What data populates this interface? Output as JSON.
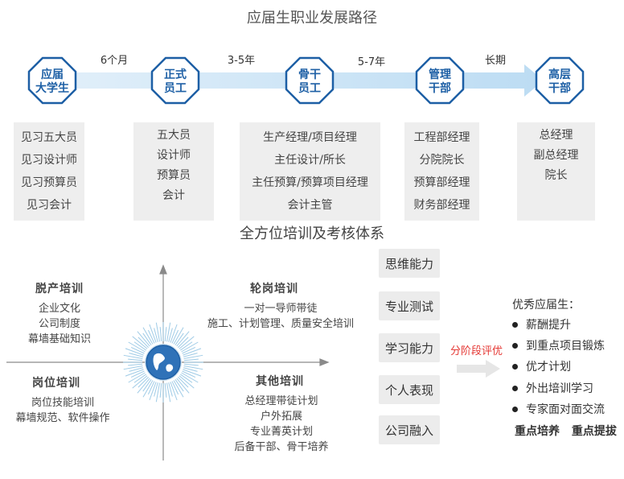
{
  "titles": {
    "career_path": "应届生职业发展路径",
    "training": "全方位培训及考核体系"
  },
  "career": {
    "stages": [
      {
        "line1": "应届",
        "line2": "大学生"
      },
      {
        "line1": "正式",
        "line2": "员工"
      },
      {
        "line1": "骨干",
        "line2": "员工"
      },
      {
        "line1": "管理",
        "line2": "干部"
      },
      {
        "line1": "高层",
        "line2": "干部"
      }
    ],
    "durations": [
      "6个月",
      "3-5年",
      "5-7年",
      "长期"
    ],
    "roles": [
      [
        "见习五大员",
        "见习设计师",
        "见习预算员",
        "见习会计"
      ],
      [
        "五大员",
        "设计师",
        "预算员",
        "会计"
      ],
      [
        "生产经理/项目经理",
        "主任设计/所长",
        "主任预算/预算项目经理",
        "会计主管"
      ],
      [
        "工程部经理",
        "分院院长",
        "预算部经理",
        "财务部经理"
      ],
      [
        "总经理",
        "副总经理",
        "院长"
      ]
    ]
  },
  "training": {
    "quadrants": {
      "top_left": {
        "title": "脱产培训",
        "lines": [
          "企业文化",
          "公司制度",
          "幕墙基础知识"
        ]
      },
      "top_right": {
        "title": "轮岗培训",
        "lines": [
          "一对一导师带徒",
          "施工、计划管理、质量安全培训"
        ]
      },
      "bottom_left": {
        "title": "岗位培训",
        "lines": [
          "岗位技能培训",
          "幕墙规范、软件操作"
        ]
      },
      "bottom_right": {
        "title": "其他培训",
        "lines": [
          "总经理带徒计划",
          "户外拓展",
          "专业菁英计划",
          "后备干部、骨干培养"
        ]
      }
    },
    "center_icon": "globe-icon",
    "skills": [
      "思维能力",
      "专业测试",
      "学习能力",
      "个人表现",
      "公司融入"
    ],
    "evaluation_label": "分阶段评优",
    "outcomes": {
      "heading": "优秀应届生：",
      "items": [
        "薪酬提升",
        "到重点项目锻炼",
        "优才计划",
        "外出培训学习",
        "专家面对面交流"
      ],
      "footer": "重点培养  重点提拔"
    }
  },
  "colors": {
    "accent_blue": "#1d5fa5",
    "arrow_light_blue": "#cfe6f7",
    "box_gray": "#eeeeee",
    "eval_red": "#e53935"
  }
}
